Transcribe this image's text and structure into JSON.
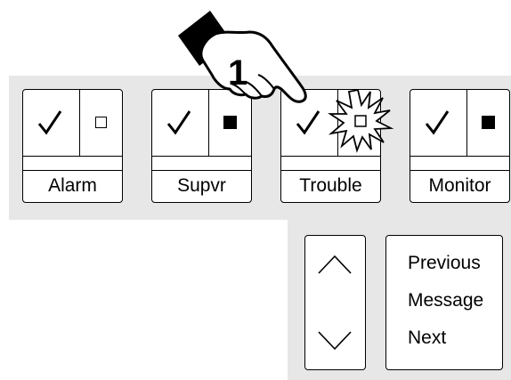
{
  "status_buttons": [
    {
      "label": "Alarm",
      "check_icon": "check-mark-icon",
      "indicator": "empty-square-icon"
    },
    {
      "label": "Supvr",
      "check_icon": "check-mark-icon",
      "indicator": "filled-square-icon"
    },
    {
      "label": "Trouble",
      "check_icon": "check-mark-icon",
      "indicator": "flashing-square-icon"
    },
    {
      "label": "Monitor",
      "check_icon": "check-mark-icon",
      "indicator": "filled-square-icon"
    }
  ],
  "annotation": {
    "step_number": "1",
    "icon": "pointing-hand-icon"
  },
  "scroll": {
    "up_icon": "chevron-up-icon",
    "down_icon": "chevron-down-icon"
  },
  "message_box": {
    "line1": "Previous",
    "line2": "Message",
    "line3": "Next"
  },
  "colors": {
    "panel_gray": "#e7e7e7",
    "outline": "#000000",
    "background": "#ffffff"
  }
}
